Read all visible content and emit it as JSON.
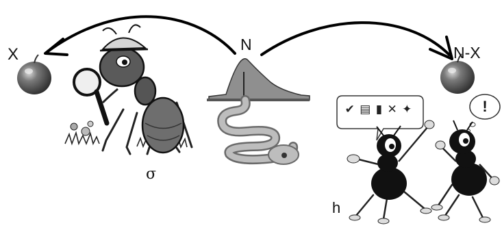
{
  "labels": {
    "left_apple": "X",
    "source": "N",
    "right_apple": "N-X",
    "scout_param": "σ",
    "comm_param": "h",
    "speech_icons": "✔ ▤ ▮ ✕ ✦",
    "thought": "!"
  },
  "icons": {
    "left_apple": "apple-icon",
    "right_apple": "apple-icon",
    "scout": "ant-with-magnifying-glass-icon",
    "nest": "ant-nest-icon",
    "ant_speaker": "ant-icon",
    "ant_listener": "ant-icon"
  },
  "colors": {
    "arrow": "#000000",
    "apple": "#6b6b6b",
    "nest_fill": "#8f8f8f",
    "tunnel": "#bdbdbd"
  }
}
